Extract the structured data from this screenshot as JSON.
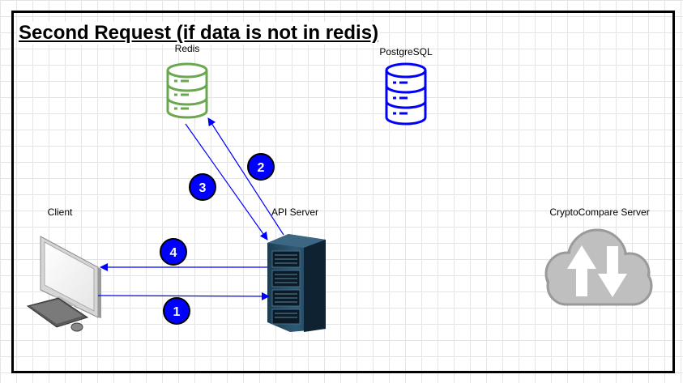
{
  "diagram": {
    "title": "Second Request (if data is not in redis)",
    "nodes": {
      "redis": {
        "label": "Redis",
        "icon": "database-icon",
        "color": "#6aa84f"
      },
      "postgres": {
        "label": "PostgreSQL",
        "icon": "database-icon",
        "color": "#0000ff"
      },
      "client": {
        "label": "Client",
        "icon": "desktop-computer-icon"
      },
      "api_server": {
        "label": "API Server",
        "icon": "server-rack-icon"
      },
      "cryptocompare": {
        "label": "CryptoCompare Server",
        "icon": "cloud-upload-download-icon",
        "color": "#c0c0c0"
      }
    },
    "steps": [
      {
        "number": "1",
        "from": "Client",
        "to": "API Server"
      },
      {
        "number": "2",
        "from": "API Server",
        "to": "Redis"
      },
      {
        "number": "3",
        "from": "Redis",
        "to": "API Server"
      },
      {
        "number": "4",
        "from": "API Server",
        "to": "Client"
      }
    ],
    "colors": {
      "arrow": "#0000ff",
      "badge": "#0000ff",
      "frame": "#000000"
    }
  }
}
